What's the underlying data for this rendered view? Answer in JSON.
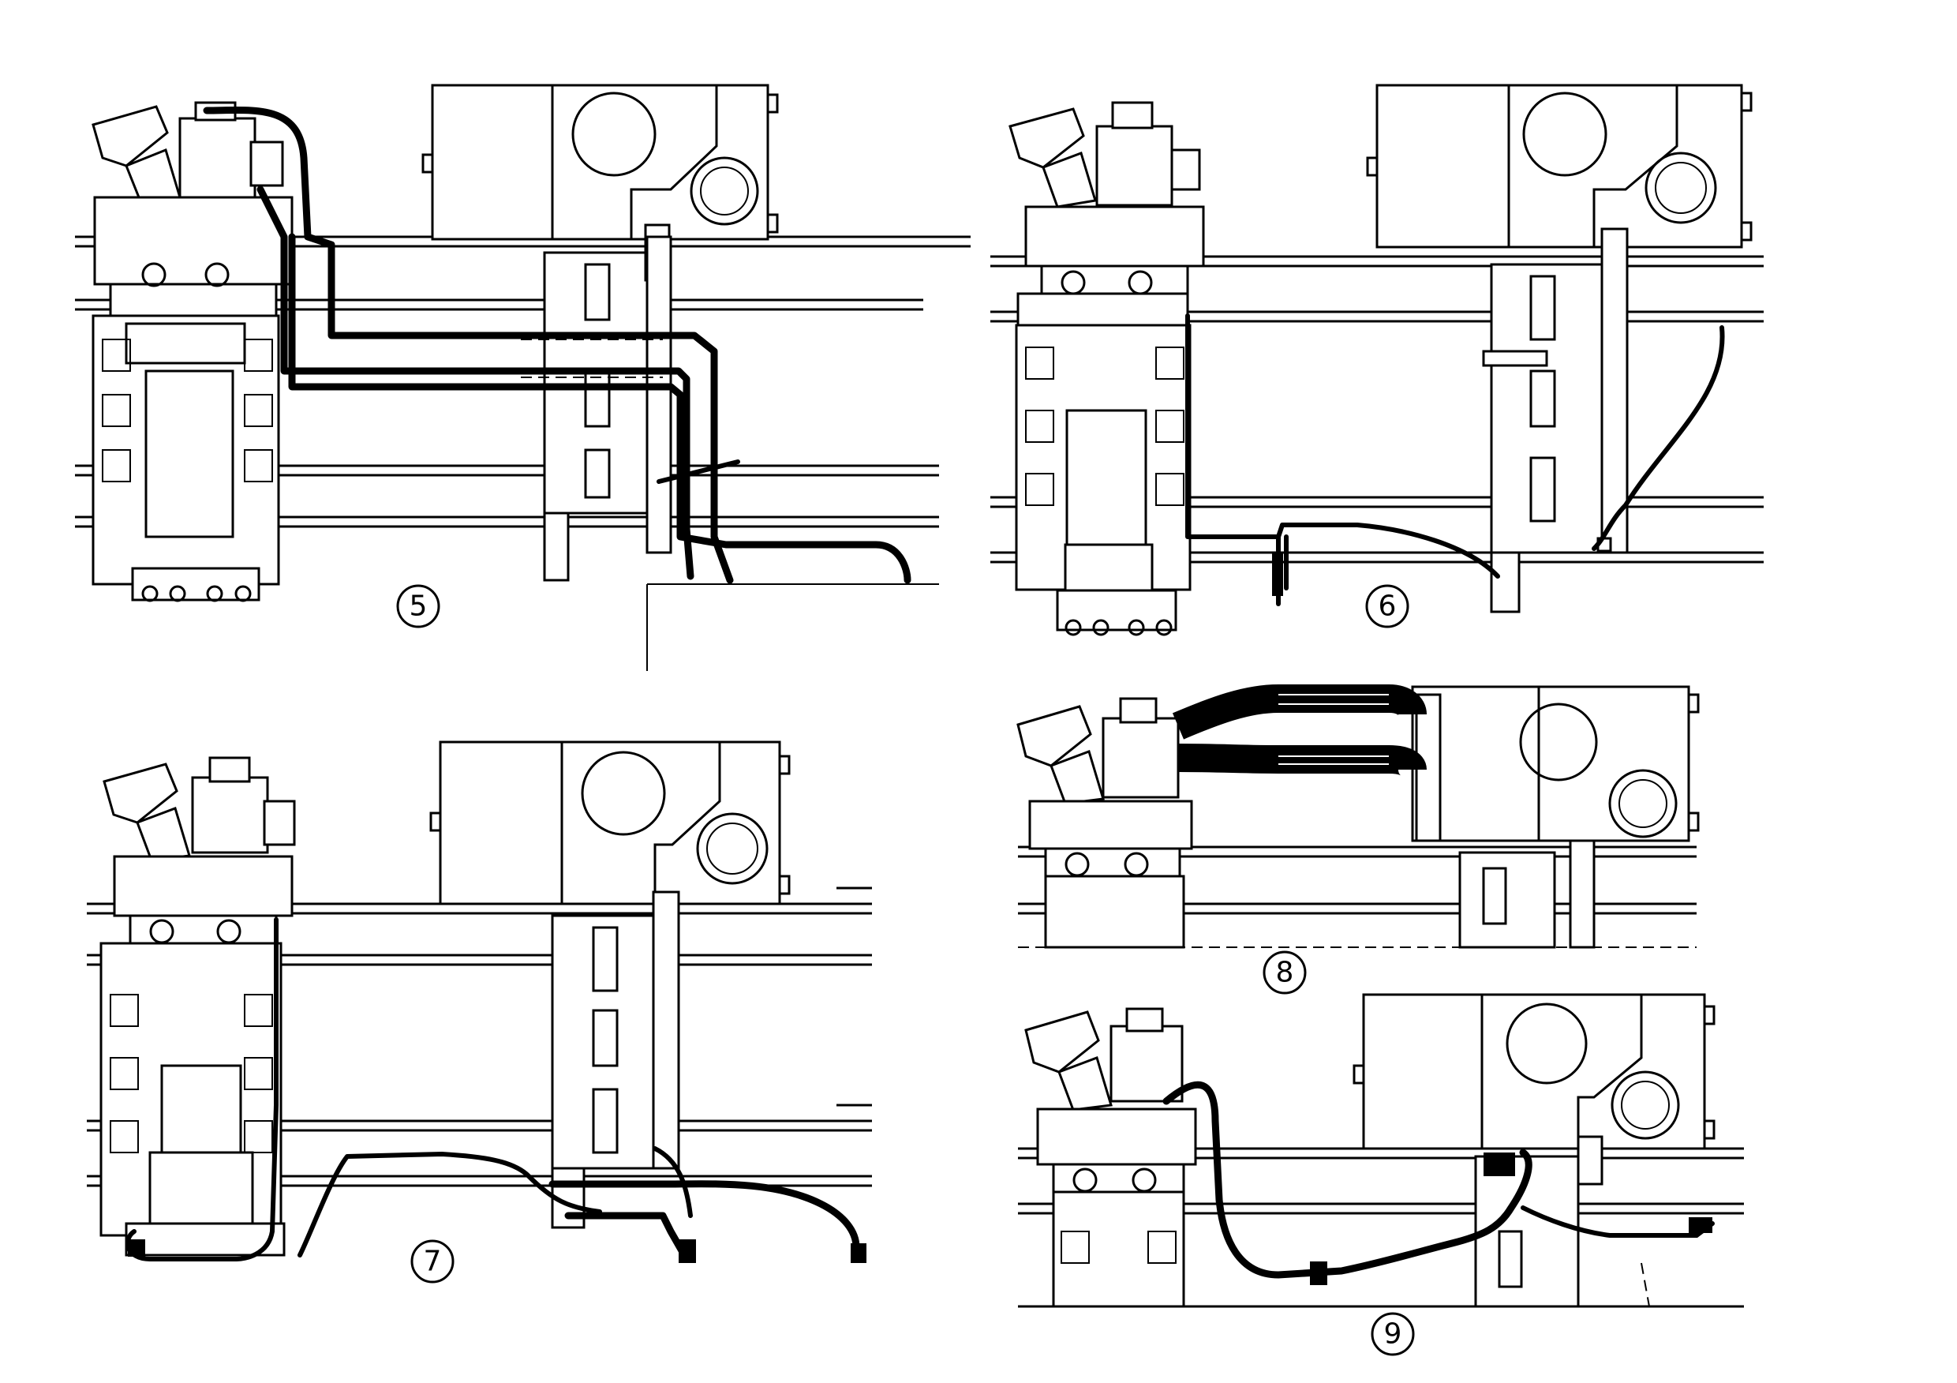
{
  "panels": [
    {
      "id": "5",
      "label": "5"
    },
    {
      "id": "6",
      "label": "6"
    },
    {
      "id": "7",
      "label": "7"
    },
    {
      "id": "8",
      "label": "8"
    },
    {
      "id": "9",
      "label": "9"
    }
  ],
  "icons": {
    "pump": "hydraulic-pump-icon",
    "tank": "tank-icon",
    "hose": "hose-icon"
  }
}
